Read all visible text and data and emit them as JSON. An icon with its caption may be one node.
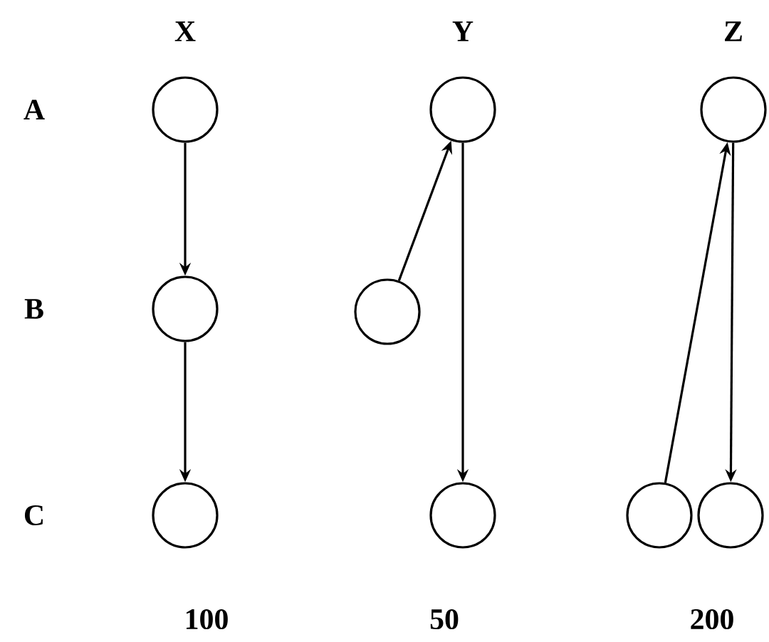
{
  "diagram": {
    "nodes": [
      {
        "text": [],
        "shape": "circle"
      },
      {
        "text": [],
        "shape": "circle"
      },
      {
        "text": [],
        "shape": "circle"
      },
      {
        "text": [],
        "shape": "circle"
      },
      {
        "text": [],
        "shape": "circle"
      },
      {
        "text": [],
        "shape": "circle"
      },
      {
        "text": [],
        "shape": "circle"
      },
      {
        "text": [],
        "shape": "circle"
      },
      {
        "text": [],
        "shape": "circle"
      }
    ],
    "edges": [
      {
        "from": 0,
        "to": 3,
        "arrow": "to"
      },
      {
        "from": 3,
        "to": 5,
        "arrow": "to"
      },
      {
        "from": 4,
        "to": 1,
        "arrow": "to"
      },
      {
        "from": 1,
        "to": 6,
        "arrow": "to"
      },
      {
        "from": 7,
        "to": 2,
        "arrow": "to"
      },
      {
        "from": 2,
        "to": 8,
        "arrow": "to"
      }
    ],
    "labels": [
      "X",
      "Y",
      "Z",
      "A",
      "B",
      "C",
      "100",
      "50",
      "200"
    ]
  }
}
